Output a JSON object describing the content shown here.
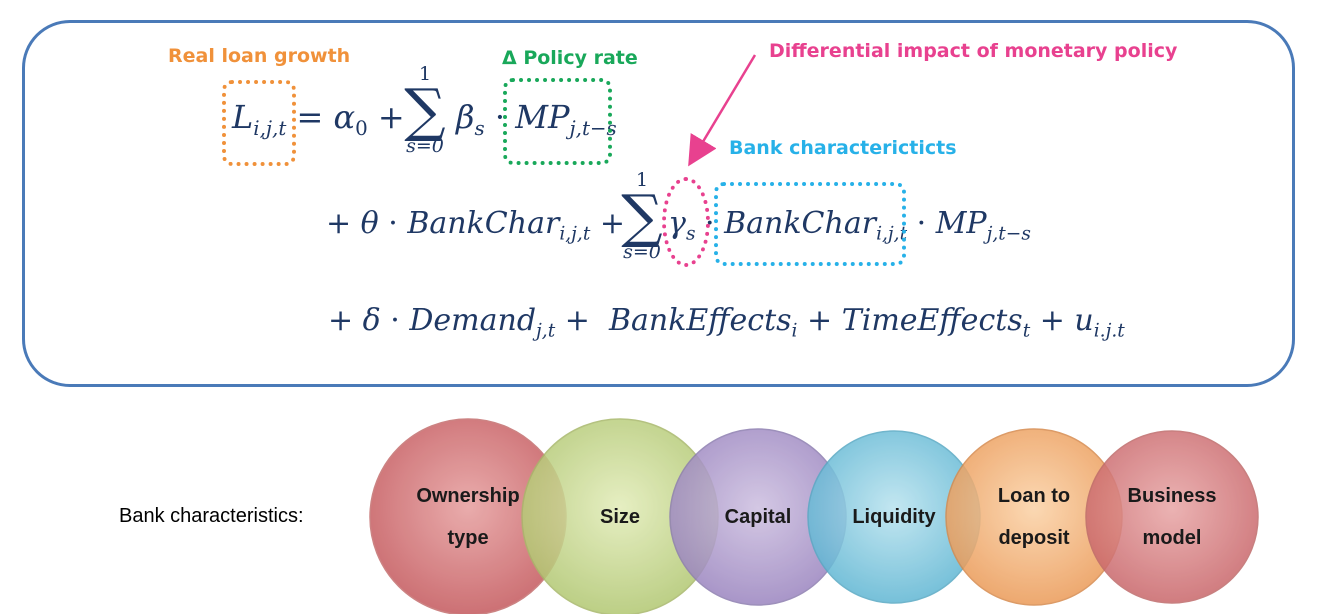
{
  "annotations": {
    "real_loan_growth": "Real loan growth",
    "policy_rate": "Δ Policy rate",
    "differential_impact": "Differential impact of monetary policy",
    "bank_characteristics_note": "Bank charactericticts"
  },
  "sums": {
    "upper": "1",
    "lower": "s=0"
  },
  "bank_characteristics": {
    "label": "Bank characteristics:",
    "items": [
      {
        "line1": "Ownership",
        "line2": "type"
      },
      {
        "line1": "Size",
        "line2": ""
      },
      {
        "line1": "Capital",
        "line2": ""
      },
      {
        "line1": "Liquidity",
        "line2": ""
      },
      {
        "line1": "Loan to",
        "line2": "deposit"
      },
      {
        "line1": "Business",
        "line2": "model"
      }
    ]
  },
  "colors": {
    "frame": "#4a7ab8",
    "equation": "#1f3864",
    "orange": "#f0913a",
    "green": "#19a85a",
    "pink": "#e8418f",
    "cyan": "#27b1e8"
  }
}
